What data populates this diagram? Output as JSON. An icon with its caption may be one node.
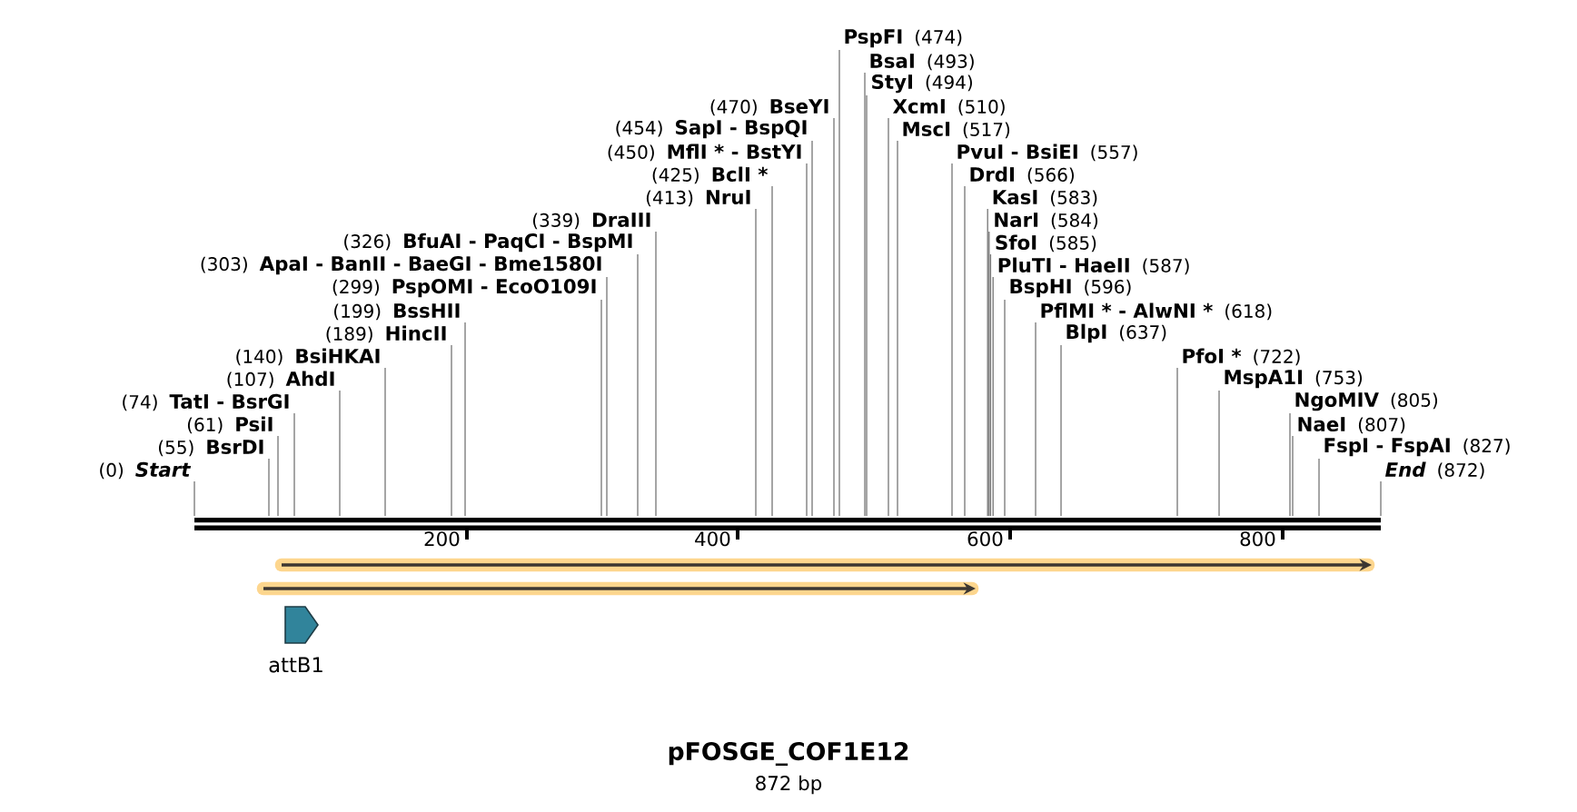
{
  "diagram": {
    "title": "pFOSGE_COF1E12",
    "caption": "872 bp",
    "nodes": [
      {
        "text": [
          "KasI",
          "(583)"
        ]
      },
      {
        "text": [
          "NarI",
          "(584)"
        ]
      },
      {
        "text": [
          "SfoI",
          "(585)"
        ]
      },
      {
        "text": [
          "(303)",
          "ApaI - BanII - BaeGI - Bme1580I"
        ]
      },
      {
        "text": [
          "PluTI - HaeII",
          "(587)"
        ]
      },
      {
        "text": [
          "(299)",
          "PspOMI - EcoO109I"
        ]
      },
      {
        "text": [
          "BspHI",
          "(596)"
        ]
      },
      {
        "text": [
          "(199)",
          "BssHII"
        ]
      },
      {
        "text": [
          "PflMI * - AlwNI *",
          "(618)"
        ]
      },
      {
        "text": [
          "(189)",
          "HincII"
        ]
      },
      {
        "text": [
          "BlpI",
          "(637)"
        ]
      },
      {
        "text": [
          "(470)",
          "BseYI"
        ]
      },
      {
        "text": [
          "(140)",
          "BsiHKAI"
        ]
      },
      {
        "text": [
          "PspFI",
          "(474)"
        ]
      },
      {
        "text": [
          "PfoI *",
          "(722)"
        ]
      },
      {
        "text": [
          "(454)",
          "SapI - BspQI"
        ]
      },
      {
        "text": [
          "BsaI",
          "(493)"
        ]
      },
      {
        "text": [
          "(450)",
          "MflI * - BstYI"
        ]
      },
      {
        "text": [
          "(107)",
          "AhdI"
        ]
      },
      {
        "text": [
          "MspA1I",
          "(753)"
        ]
      },
      {
        "text": [
          "StyI",
          "(494)"
        ]
      },
      {
        "text": [
          "(74)",
          "TatI - BsrGI"
        ]
      },
      {
        "text": [
          "(425)",
          "BclI *"
        ]
      },
      {
        "text": [
          "XcmI",
          "(510)"
        ]
      },
      {
        "text": [
          "NgoMIV",
          "(805)"
        ]
      },
      {
        "text": [
          "(61)",
          "PsiI"
        ]
      },
      {
        "text": [
          "(413)",
          "NruI"
        ]
      },
      {
        "text": [
          "MscI",
          "(517)"
        ]
      },
      {
        "text": [
          "NaeI",
          "(807)"
        ]
      },
      {
        "text": [
          "(55)",
          "BsrDI"
        ]
      },
      {
        "text": [
          "FspI - FspAI",
          "(827)"
        ]
      },
      {
        "text": [
          "(339)",
          "DraIII"
        ]
      },
      {
        "text": [
          "PvuI - BsiEI",
          "(557)"
        ]
      },
      {
        "text": [
          "(0)",
          "Start"
        ]
      },
      {
        "text": [
          "(326)",
          "BfuAI - PaqCI - BspMI"
        ]
      },
      {
        "text": [
          "DrdI",
          "(566)"
        ]
      },
      {
        "text": [
          "End",
          "(872)"
        ]
      },
      {
        "text": [],
        "shape": "bar"
      },
      {
        "text": [
          "attB1"
        ]
      }
    ],
    "edges": [
      {
        "from": 0,
        "to": 37,
        "arrow": "none"
      },
      {
        "from": 1,
        "to": 37,
        "arrow": "none"
      },
      {
        "from": 2,
        "to": 37,
        "arrow": "none"
      },
      {
        "from": 3,
        "to": 37,
        "arrow": "none"
      },
      {
        "from": 4,
        "to": 37,
        "arrow": "none"
      },
      {
        "from": 5,
        "to": 37,
        "arrow": "none"
      },
      {
        "from": 6,
        "to": 37,
        "arrow": "none"
      },
      {
        "from": 7,
        "to": 37,
        "arrow": "none"
      },
      {
        "from": 8,
        "to": 37,
        "arrow": "none"
      },
      {
        "from": 9,
        "to": 37,
        "arrow": "none"
      },
      {
        "from": 10,
        "to": 37,
        "arrow": "none"
      },
      {
        "from": 11,
        "to": 37,
        "arrow": "none"
      },
      {
        "from": 12,
        "to": 37,
        "arrow": "none"
      },
      {
        "from": 13,
        "to": 37,
        "arrow": "none"
      },
      {
        "from": 14,
        "to": 37,
        "arrow": "none"
      },
      {
        "from": 15,
        "to": 37,
        "arrow": "none"
      },
      {
        "from": 16,
        "to": 37,
        "arrow": "none"
      },
      {
        "from": 17,
        "to": 37,
        "arrow": "none"
      },
      {
        "from": 18,
        "to": 37,
        "arrow": "none"
      },
      {
        "from": 19,
        "to": 37,
        "arrow": "none"
      },
      {
        "from": 20,
        "to": 37,
        "arrow": "none"
      },
      {
        "from": 21,
        "to": 37,
        "arrow": "none"
      },
      {
        "from": 22,
        "to": 37,
        "arrow": "none"
      },
      {
        "from": 23,
        "to": 37,
        "arrow": "none"
      },
      {
        "from": 24,
        "to": 37,
        "arrow": "none"
      },
      {
        "from": 25,
        "to": 37,
        "arrow": "none"
      },
      {
        "from": 26,
        "to": 37,
        "arrow": "none"
      },
      {
        "from": 27,
        "to": 37,
        "arrow": "none"
      },
      {
        "from": 28,
        "to": 37,
        "arrow": "none"
      },
      {
        "from": 29,
        "to": 37,
        "arrow": "none"
      },
      {
        "from": 30,
        "to": 37,
        "arrow": "none"
      },
      {
        "from": 31,
        "to": 37,
        "arrow": "none"
      },
      {
        "from": 32,
        "to": 37,
        "arrow": "none"
      },
      {
        "from": 33,
        "to": 37,
        "arrow": "none"
      },
      {
        "from": 34,
        "to": 37,
        "arrow": "none"
      },
      {
        "from": 35,
        "to": 37,
        "arrow": "none"
      },
      {
        "from": 36,
        "to": 37,
        "arrow": "none"
      }
    ],
    "labels": [
      "200",
      "400",
      "600",
      "800"
    ]
  }
}
